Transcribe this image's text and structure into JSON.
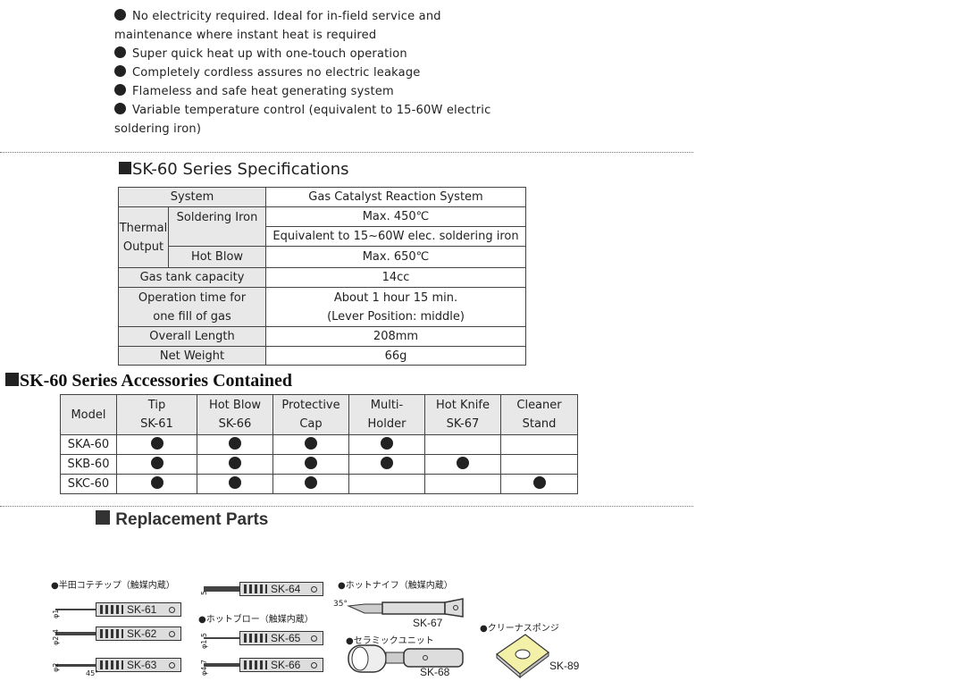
{
  "features": [
    "No electricity required. Ideal for in-field service and maintenance where instant heat is required",
    "Super quick heat up with one-touch operation",
    "Completely cordless assures no electric leakage",
    "Flameless and safe heat generating system",
    "Variable temperature control (equivalent to 15-60W electric soldering iron)"
  ],
  "specs": {
    "title": "SK-60 Series Specifications",
    "system_label": "System",
    "system_value": "Gas Catalyst Reaction System",
    "thermal_label": "Thermal Output",
    "soldering_label": "Soldering Iron",
    "soldering_value1": "Max.  450℃",
    "soldering_value2": "Equivalent to 15~60W elec. soldering iron",
    "hotblow_label": "Hot Blow",
    "hotblow_value": "Max.  650℃",
    "gas_label": "Gas tank capacity",
    "gas_value": "14cc",
    "op_label1": "Operation time for",
    "op_label2": "one fill of gas",
    "op_value1": "About 1 hour 15 min.",
    "op_value2": "(Lever Position: middle)",
    "length_label": "Overall Length",
    "length_value": "208mm",
    "weight_label": "Net Weight",
    "weight_value": "66g"
  },
  "accessories": {
    "title": "SK-60 Series Accessories Contained",
    "headers": [
      [
        "Model"
      ],
      [
        "Tip",
        "SK-61"
      ],
      [
        "Hot Blow",
        "SK-66"
      ],
      [
        "Protective",
        "Cap"
      ],
      [
        "Multi-",
        "Holder"
      ],
      [
        "Hot Knife",
        "SK-67"
      ],
      [
        "Cleaner",
        "Stand"
      ]
    ],
    "rows": [
      {
        "model": "SKA-60",
        "has": [
          true,
          true,
          true,
          true,
          false,
          false
        ]
      },
      {
        "model": "SKB-60",
        "has": [
          true,
          true,
          true,
          true,
          true,
          false
        ]
      },
      {
        "model": "SKC-60",
        "has": [
          true,
          true,
          true,
          false,
          false,
          true
        ]
      }
    ]
  },
  "replacement": {
    "title": "Replacement Parts",
    "captions": {
      "tips": "●半田コテチップ（触媒内蔵）",
      "hotblow": "●ホットブロー（触媒内蔵）",
      "hotknife": "●ホットナイフ（触媒内蔵）",
      "ceramic": "●セラミックユニット",
      "sponge": "●クリーナスポンジ"
    },
    "parts": {
      "sk61": "SK-61",
      "sk62": "SK-62",
      "sk63": "SK-63",
      "sk64": "SK-64",
      "sk65": "SK-65",
      "sk66": "SK-66",
      "sk67": "SK-67",
      "sk68": "SK-68",
      "sk89": "SK-89"
    },
    "dims": {
      "d61": "φ1",
      "d62": "φ2.4",
      "d63": "φ2",
      "a63": "45°",
      "d64": "5",
      "d65": "φ1.5",
      "d66": "φ4.7",
      "a67": "35°"
    }
  },
  "colors": {
    "header_bg": "#e8e8e8",
    "sponge": "#f3f0a8"
  }
}
